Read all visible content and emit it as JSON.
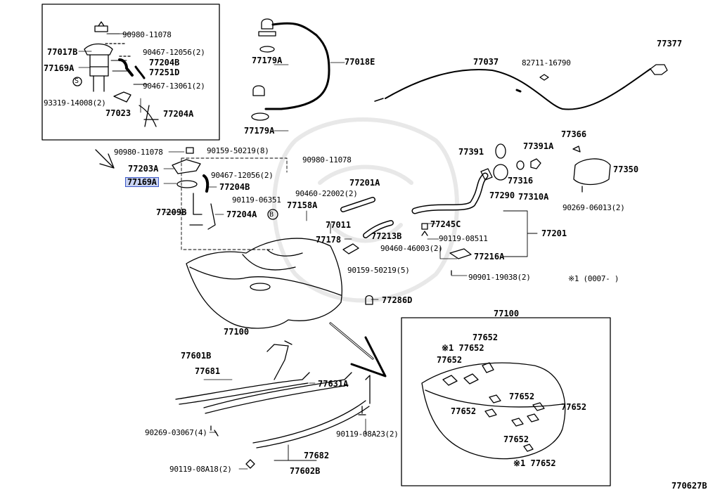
{
  "diagram": {
    "selected_part": "77169A",
    "footer_code": "770627B",
    "parts": {
      "p90980_11078_top": "90980-11078",
      "p77017B": "77017B",
      "p90467_12056_2_top": "90467-12056(2)",
      "p77169A_top": "77169A",
      "p77204B_top": "77204B",
      "p77251D": "77251D",
      "p90467_13061_2": "90467-13061(2)",
      "p93319_14008_2": "93319-14008(2)",
      "p77023": "77023",
      "p77204A_top": "77204A",
      "p77179A_1": "77179A",
      "p77018E": "77018E",
      "p77179A_2": "77179A",
      "p77037": "77037",
      "p82711_16790": "82711-16790",
      "p77377": "77377",
      "p90980_11078_a": "90980-11078",
      "p90159_50219_8": "90159-50219(8)",
      "p90980_11078_b": "90980-11078",
      "p77203A": "77203A",
      "p90467_12056_2": "90467-12056(2)",
      "p77169A": "77169A",
      "p77204B": "77204B",
      "p90119_06351": "90119-06351",
      "p77209B": "77209B",
      "p77204A": "77204A",
      "p77158A": "77158A",
      "p90460_22002_2": "90460-22002(2)",
      "p77201A": "77201A",
      "p77391": "77391",
      "p77391A": "77391A",
      "p77366": "77366",
      "p77350": "77350",
      "p77290": "77290",
      "p77316": "77316",
      "p77310A": "77310A",
      "p90269_06013_2": "90269-06013(2)",
      "p77011": "77011",
      "p77213B": "77213B",
      "p77245C": "77245C",
      "p77178": "77178",
      "p90119_08511": "90119-08511",
      "p77201": "77201",
      "p90460_46003_2": "90460-46003(2)",
      "p77216A": "77216A",
      "p90159_50219_5": "90159-50219(5)",
      "p90901_19038_2": "90901-19038(2)",
      "p77286D": "77286D",
      "p77100_a": "77100",
      "p77100_b": "77100",
      "p77601B": "77601B",
      "p77681": "77681",
      "p77631A": "77631A",
      "p90269_03067_4": "90269-03067(4)",
      "p90119_08A23_2": "90119-08A23(2)",
      "p77682": "77682",
      "p90119_08A18_2": "90119-08A18(2)",
      "p77602B": "77602B",
      "p77652_1": "77652",
      "p77652_2": "※1 77652",
      "p77652_3": "77652",
      "p77652_4": "77652",
      "p77652_5": "77652",
      "p77652_6": "77652",
      "p77652_7": "77652",
      "p77652_8": "※1 77652"
    },
    "markers": {
      "s_marker": "S",
      "b_marker": "B"
    },
    "note": "※1 (0007-       )"
  }
}
